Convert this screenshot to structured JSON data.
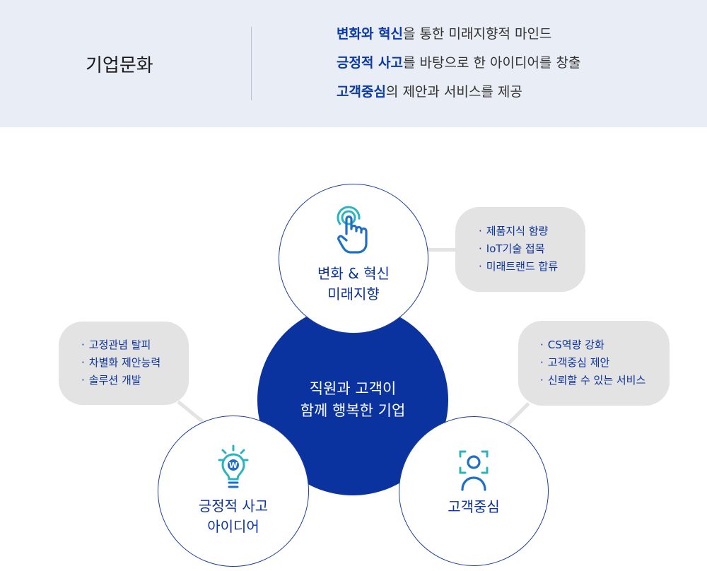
{
  "band": {
    "title": "기업문화",
    "lines": [
      {
        "highlight": "변화와 혁신",
        "rest": "을 통한 미래지향적 마인드"
      },
      {
        "highlight": "긍정적 사고",
        "rest": "를 바탕으로 한 아이디어를 창출"
      },
      {
        "highlight": "고객중심",
        "rest": "의 제안과 서비스를 제공"
      }
    ]
  },
  "diagram": {
    "center": {
      "line1": "직원과 고객이",
      "line2": "함께 행복한 기업"
    },
    "top": {
      "line1": "변화 & 혁신",
      "line2": "미래지향",
      "icon": "touch-hand-icon",
      "bubble": [
        "제품지식 함량",
        "IoT기술 접목",
        "미래트랜드 합류"
      ]
    },
    "left": {
      "line1": "긍정적 사고",
      "line2": "아이디어",
      "icon": "lightbulb-won-icon",
      "bubble": [
        "고정관념 탈피",
        "차별화 제안능력",
        "솔루션 개발"
      ]
    },
    "right": {
      "line1": "고객중심",
      "icon": "customer-focus-icon",
      "bubble": [
        "CS역량 강화",
        "고객중심 제안",
        "신뢰할 수 있는 서비스"
      ]
    },
    "bullet": "·",
    "colors": {
      "primary": "#0b33a0",
      "accent": "#2bb3c0",
      "bubble": "#e3e3e3",
      "band": "#e9edf5"
    }
  }
}
